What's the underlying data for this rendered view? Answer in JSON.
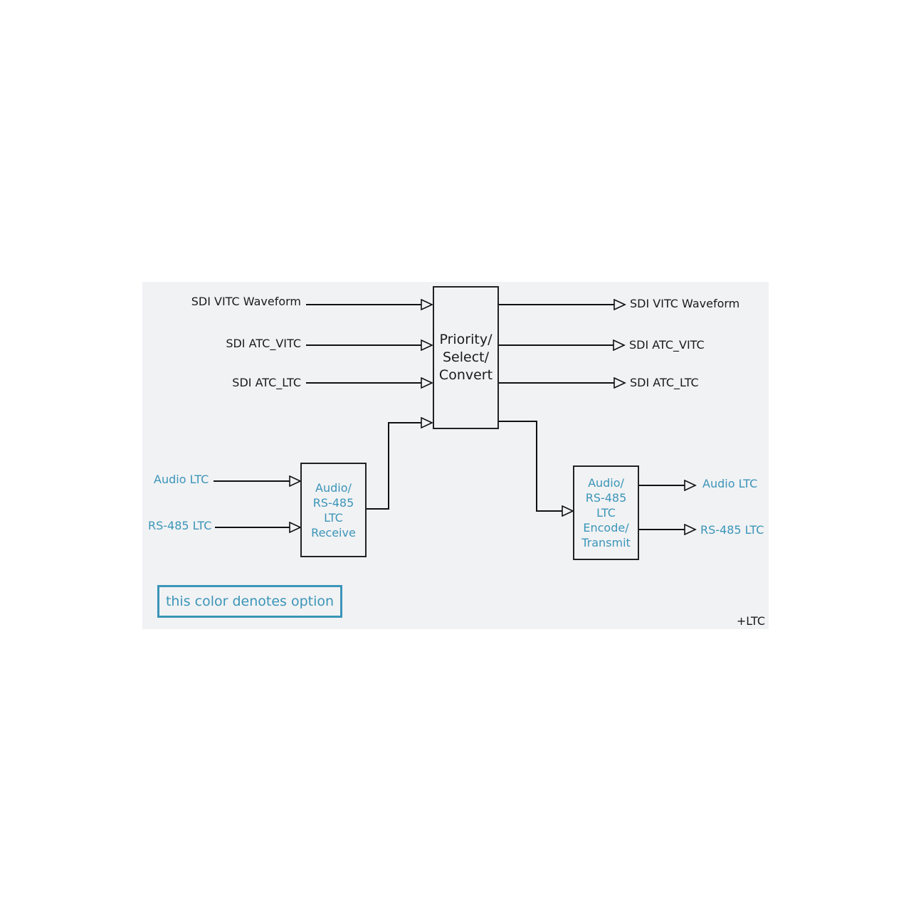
{
  "inputs": {
    "sdi_vitc_waveform": "SDI VITC Waveform",
    "sdi_atc_vitc": "SDI ATC_VITC",
    "sdi_atc_ltc": "SDI ATC_LTC",
    "audio_ltc": "Audio LTC",
    "rs485_ltc": "RS-485 LTC"
  },
  "outputs": {
    "sdi_vitc_waveform": "SDI VITC Waveform",
    "sdi_atc_vitc": "SDI ATC_VITC",
    "sdi_atc_ltc": "SDI ATC_LTC",
    "audio_ltc": "Audio LTC",
    "rs485_ltc": "RS-485 LTC"
  },
  "blocks": {
    "priority": "Priority/\nSelect/\nConvert",
    "receive": "Audio/\nRS-485\nLTC\nReceive",
    "transmit": "Audio/\nRS-485\nLTC\nEncode/\nTransmit"
  },
  "legend": "this color denotes option",
  "variant_label": "+LTC",
  "colors": {
    "option": "#3b95b8",
    "standard": "#1a1a1a",
    "panel_background": "#f1f2f4"
  }
}
